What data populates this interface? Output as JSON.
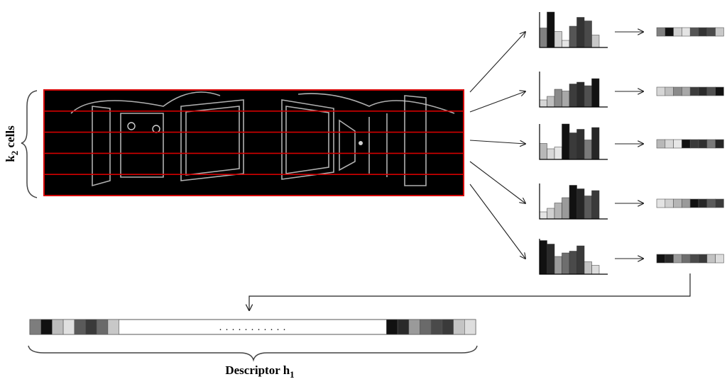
{
  "labels": {
    "k2_text": "k",
    "k2_sub": "2",
    "k2_suffix": " cells",
    "descriptor_text": "Descriptor h",
    "descriptor_sub": "1",
    "ellipsis": ". . . . . . . . . . ."
  },
  "colors": {
    "grid_line": "#d40000",
    "image_bg": "#000000",
    "edge": "#cfcfcf"
  },
  "histograms": [
    {
      "values": [
        0.55,
        1.0,
        0.45,
        0.2,
        0.6,
        0.85,
        0.75,
        0.35
      ],
      "shades": [
        "#808080",
        "#111111",
        "#d0d0d0",
        "#e4e4e4",
        "#555555",
        "#333333",
        "#4a4a4a",
        "#c8c8c8"
      ]
    },
    {
      "values": [
        0.2,
        0.3,
        0.5,
        0.45,
        0.65,
        0.7,
        0.6,
        0.8
      ],
      "shades": [
        "#d6d6d6",
        "#bfbfbf",
        "#8a8a8a",
        "#a8a8a8",
        "#3c3c3c",
        "#2a2a2a",
        "#505050",
        "#111111"
      ]
    },
    {
      "values": [
        0.45,
        0.3,
        0.35,
        1.0,
        0.75,
        0.85,
        0.55,
        0.9
      ],
      "shades": [
        "#b8b8b8",
        "#d8d8d8",
        "#e6e6e6",
        "#111111",
        "#3a3a3a",
        "#303030",
        "#7a7a7a",
        "#262626"
      ]
    },
    {
      "values": [
        0.2,
        0.3,
        0.45,
        0.6,
        0.95,
        0.85,
        0.65,
        0.8
      ],
      "shades": [
        "#e3e3e3",
        "#d0d0d0",
        "#b5b5b5",
        "#9a9a9a",
        "#111111",
        "#262626",
        "#5a5a5a",
        "#3a3a3a"
      ]
    },
    {
      "values": [
        0.95,
        0.85,
        0.5,
        0.6,
        0.65,
        0.8,
        0.35,
        0.25
      ],
      "shades": [
        "#111111",
        "#2a2a2a",
        "#9a9a9a",
        "#6e6e6e",
        "#4a4a4a",
        "#3a3a3a",
        "#c2c2c2",
        "#dcdcdc"
      ]
    }
  ],
  "descriptor_left_shades": [
    "#7d7d7d",
    "#111111",
    "#bdbdbd",
    "#e0e0e0",
    "#5a5a5a",
    "#3a3a3a",
    "#6a6a6a",
    "#c8c8c8"
  ],
  "descriptor_right_shades": [
    "#111111",
    "#2a2a2a",
    "#9a9a9a",
    "#6a6a6a",
    "#4a4a4a",
    "#3a3a3a",
    "#c4c4c4",
    "#dedede"
  ]
}
